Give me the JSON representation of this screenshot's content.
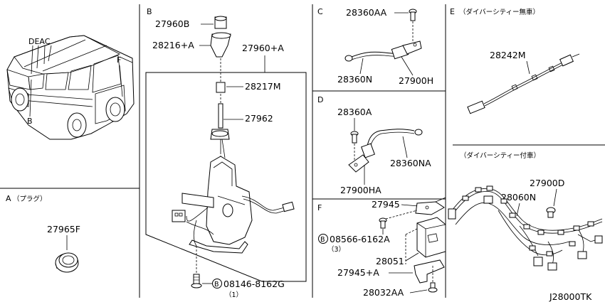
{
  "sections": {
    "A": {
      "letter": "A",
      "caption": "（プラグ）"
    },
    "B": {
      "letter": "B"
    },
    "C": {
      "letter": "C"
    },
    "D": {
      "letter": "D"
    },
    "E": {
      "letter": "E",
      "caption_no_diversity": "（ダイバーシティー無車）",
      "caption_diversity": "（ダイバーシティー付車）"
    },
    "F": {
      "letter": "F"
    }
  },
  "vehicle": {
    "label_deac": "DEAC",
    "label_f": "F",
    "label_b": "B"
  },
  "parts": {
    "p27960B": "27960B",
    "p28216A": "28216+A",
    "p27960A": "27960+A",
    "p28217M": "28217M",
    "p27962": "27962",
    "p08146": "08146-8162G",
    "p08146_qty": "（1）",
    "p28360AA": "28360AA",
    "p28360N": "28360N",
    "p27900H": "27900H",
    "p28360A": "28360A",
    "p28360NA": "28360NA",
    "p27900HA": "27900HA",
    "p28242M": "28242M",
    "p27900D": "27900D",
    "p28060N": "28060N",
    "p27965F": "27965F",
    "p27945": "27945",
    "p08566": "08566-6162A",
    "p08566_qty": "（3）",
    "p28051": "28051",
    "p27945A": "27945+A",
    "p28032AA": "28032AA"
  },
  "bolt_symbol": "B",
  "diagram_code": "J28000TK"
}
